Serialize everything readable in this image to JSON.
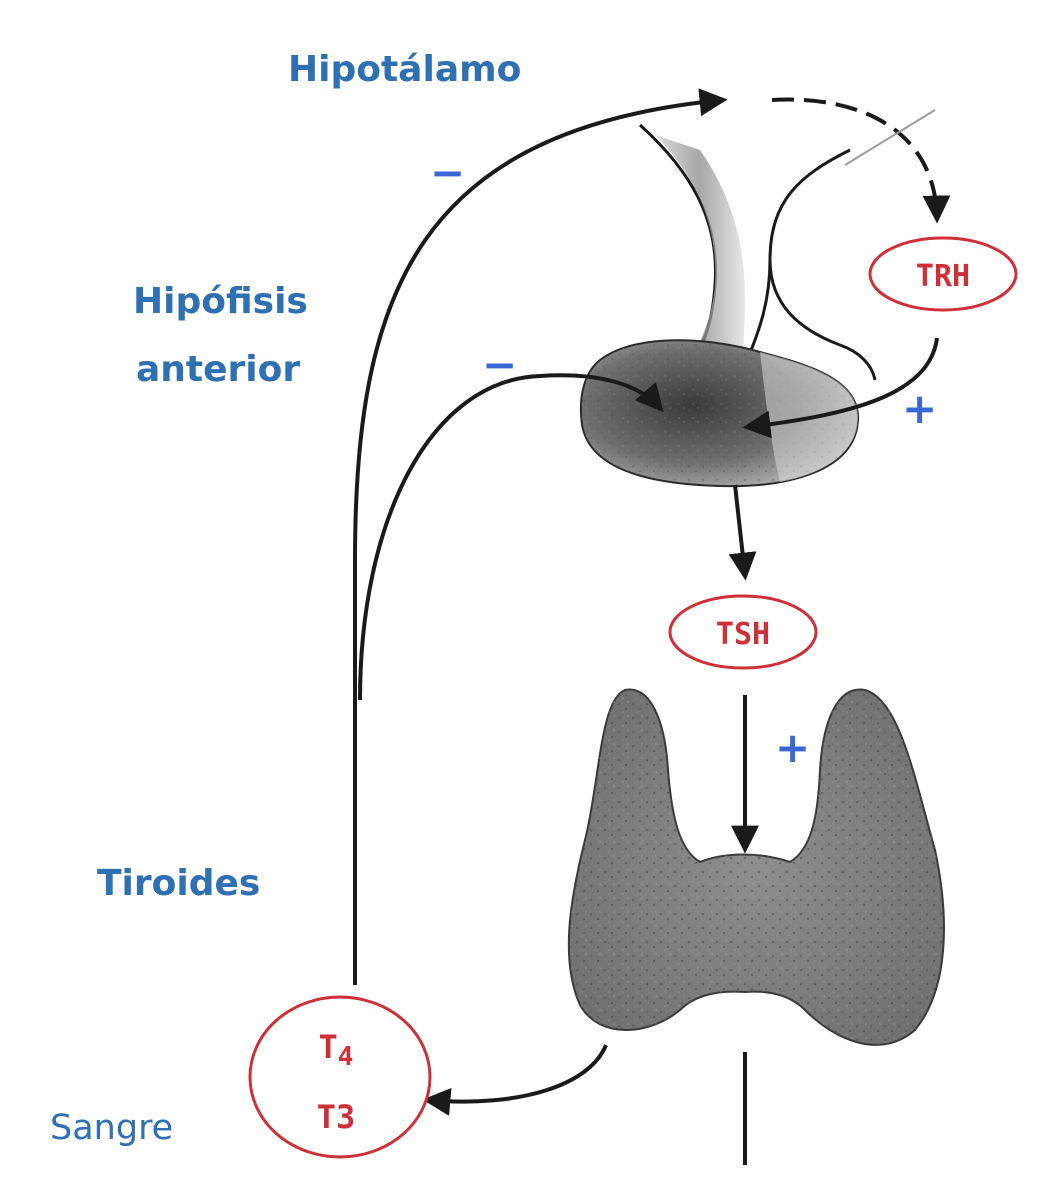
{
  "labels": {
    "hypothalamus": "Hipotálamo",
    "pituitary_line1": "Hipófisis",
    "pituitary_line2": "anterior",
    "thyroid": "Tiroides",
    "blood": "Sangre"
  },
  "hormones": {
    "trh": "TRH",
    "tsh": "TSH",
    "t4_main": "T",
    "t4_sub": "4",
    "t3": "T3"
  },
  "signs": {
    "hypothalamus_feedback": "−",
    "pituitary_feedback": "−",
    "trh_stimulation": "+",
    "tsh_stimulation": "+"
  },
  "colors": {
    "label_blue": "#2f6fb3",
    "sign_blue": "#3a66d6",
    "hormone_red": "#cf2f36",
    "arrow_black": "#1a1a1a"
  }
}
